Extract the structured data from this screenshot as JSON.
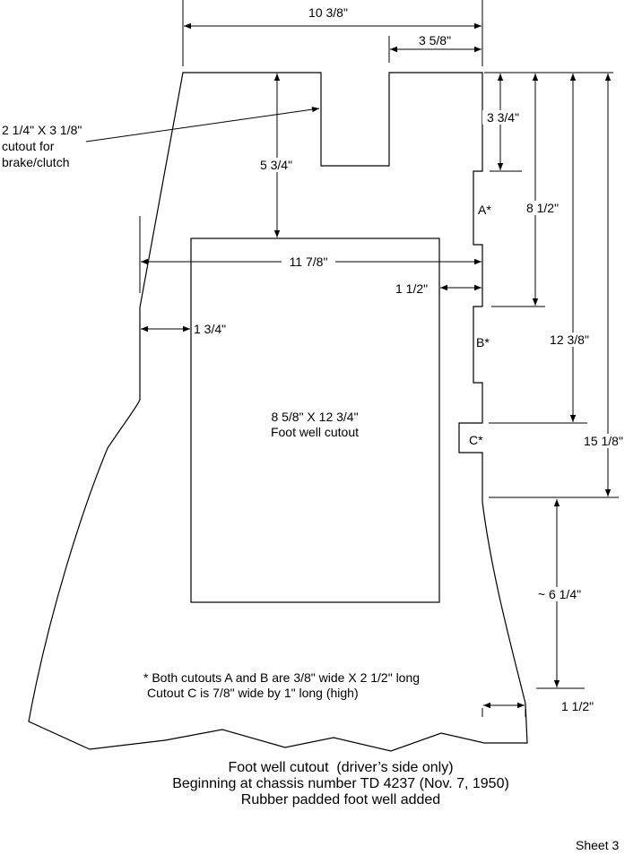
{
  "dimensions": {
    "overall_width": "10 3/8\"",
    "notch_width": "3 5/8\"",
    "notch_depth": "5 3/4\"",
    "notch_offset_to_A": "3 3/4\"",
    "to_B": "8 1/2\"",
    "to_C": "12 3/8\"",
    "full_height": "15 1/8\"",
    "width_at_cutout": "11 7/8\"",
    "right_margin": "1 1/2\"",
    "left_margin": "1 3/4\"",
    "lower_height": "~ 6 1/4\"",
    "bottom_step": "1 1/2\""
  },
  "notes": {
    "brake_cutout_line1": "2 1/4\" X 3 1/8\"",
    "brake_cutout_line2": "cutout for",
    "brake_cutout_line3": "brake/clutch",
    "footwell_size": "8 5/8\" X 12 3/4\"",
    "footwell_label": "Foot well cutout",
    "label_A": "A*",
    "label_B": "B*",
    "label_C": "C*",
    "footnote_line1": "* Both cutouts A and B are 3/8\" wide X 2 1/2\" long",
    "footnote_line2": "Cutout C is 7/8\" wide by 1\" long (high)"
  },
  "caption": {
    "line1": "Foot well cutout  (driver’s side only)",
    "line2": "Beginning at chassis number TD 4237 (Nov. 7, 1950)",
    "line3": "Rubber padded foot well added"
  },
  "sheet": "Sheet 3"
}
